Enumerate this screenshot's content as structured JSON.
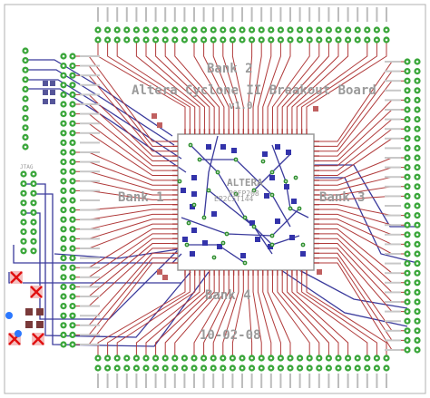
{
  "board": {
    "bank_label": "Bank 2",
    "title_line1": "Altera Cyclone II Breakout Board",
    "title_line2": "v1.0",
    "chip_brand": "ALTERA",
    "chip_part": "EP2C5T144",
    "package": "PQFP208",
    "bank_left": "Bank 1",
    "bank_right": "Bank 3",
    "bank_bottom": "Bank 4",
    "date": "10-02-08",
    "jtag_label": "JTAG"
  },
  "colors": {
    "background": "#ffffff",
    "top_copper": "#b03a3a",
    "bottom_copper": "#3a3a9c",
    "pad": "#3aa63a",
    "via": "#2f8f2f",
    "chip_outline": "#9a9a9a",
    "drc_error": "#e01010",
    "silkscreen": "#9a9a9a",
    "smd_pad": "#3333aa"
  }
}
